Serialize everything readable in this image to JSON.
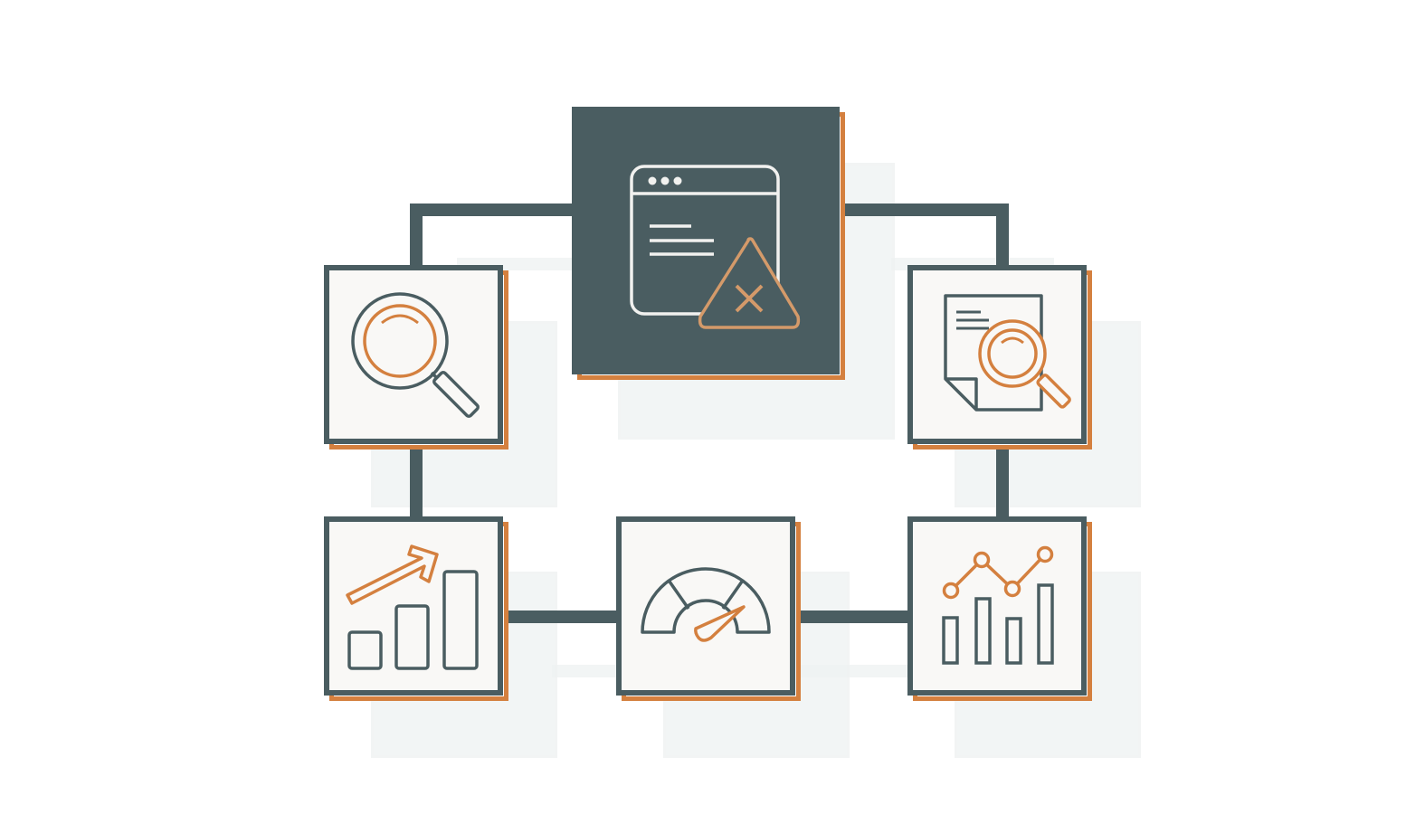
{
  "diagram": {
    "colors": {
      "primary": "#4a5d61",
      "accent": "#d4803f",
      "card_background": "#f9f8f6",
      "ghost": "#eef2f2"
    },
    "nodes": [
      {
        "id": "main",
        "icon": "browser-window-error-icon"
      },
      {
        "id": "top-left",
        "icon": "magnifying-glass-icon"
      },
      {
        "id": "top-right",
        "icon": "document-search-icon"
      },
      {
        "id": "bottom-left",
        "icon": "growth-bar-chart-arrow-icon"
      },
      {
        "id": "bottom-center",
        "icon": "speedometer-gauge-icon"
      },
      {
        "id": "bottom-right",
        "icon": "line-and-bar-chart-icon"
      }
    ],
    "connections": [
      [
        "main",
        "top-left"
      ],
      [
        "main",
        "top-right"
      ],
      [
        "top-left",
        "bottom-left"
      ],
      [
        "top-right",
        "bottom-right"
      ],
      [
        "bottom-left",
        "bottom-center"
      ],
      [
        "bottom-center",
        "bottom-right"
      ]
    ]
  }
}
